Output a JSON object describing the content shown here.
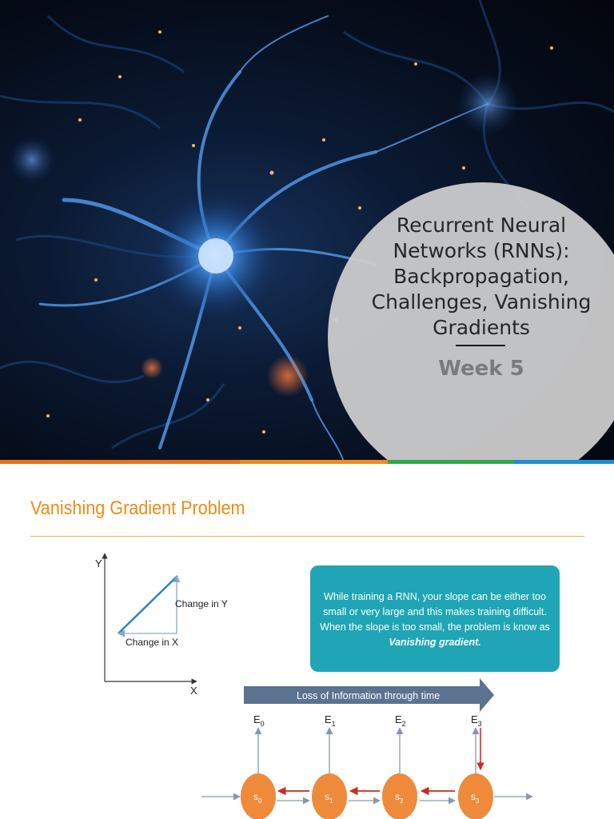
{
  "slide1": {
    "title_lines": [
      "Recurrent Neural",
      "Networks (RNNs):",
      "Backpropagation,",
      "Challenges, Vanishing",
      "Gradients"
    ],
    "subtitle": "Week 5",
    "accent_colors": [
      "#e8721c",
      "#f08a22",
      "#2ea84a",
      "#1d8fd1"
    ]
  },
  "slide2": {
    "title": "Vanishing Gradient Problem",
    "graph": {
      "y_axis": "Y",
      "x_axis": "X",
      "change_y": "Change in Y",
      "change_x": "Change in X"
    },
    "info_text": "While training a RNN, your slope can be either too small or very large and this makes training difficult. When the slope is too small, the problem is know as",
    "info_emphasis": "Vanishing gradient.",
    "arrow_label": "Loss of Information through time",
    "errors": [
      {
        "base": "E",
        "sub": "0"
      },
      {
        "base": "E",
        "sub": "1"
      },
      {
        "base": "E",
        "sub": "2"
      },
      {
        "base": "E",
        "sub": "3"
      }
    ],
    "states": [
      {
        "base": "s",
        "sub": "0"
      },
      {
        "base": "s",
        "sub": "1"
      },
      {
        "base": "s",
        "sub": "2"
      },
      {
        "base": "s",
        "sub": "3"
      }
    ],
    "colors": {
      "title": "#ee8b16",
      "box": "#1fa5b5",
      "node": "#ee8a3a",
      "back_arrow": "#cc2a1c",
      "time_arrow": "#5b7290"
    }
  }
}
